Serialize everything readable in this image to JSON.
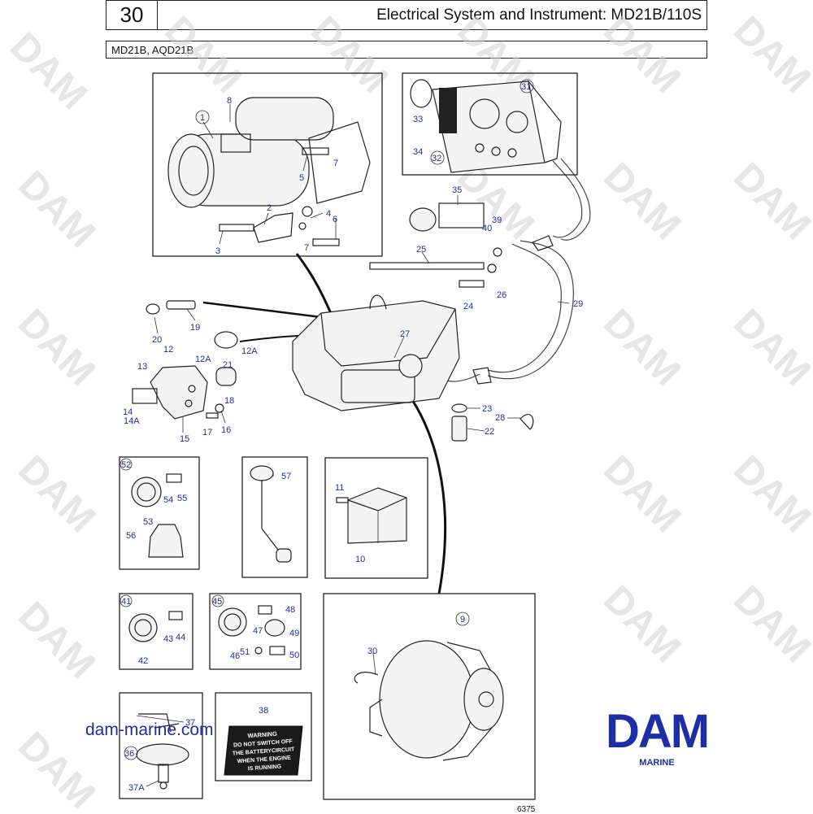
{
  "header": {
    "page_number": "30",
    "title": "Electrical System and Instrument: MD21B/110S",
    "models": "MD21B, AQD21B"
  },
  "warning_plate": {
    "lines": [
      "WARNING",
      "DO NOT SWITCH OFF",
      "THE BATTERYCIRCUIT",
      "WHEN THE ENGINE",
      "IS RUNNING"
    ]
  },
  "watermark": "DAM",
  "footer": {
    "website": "dam-marine.com",
    "logo_text": "DAM",
    "logo_subtitle": "MARINE",
    "drawing_number": "6375"
  },
  "part_labels": {
    "p1": "1",
    "p2": "2",
    "p3": "3",
    "p4": "4",
    "p5": "5",
    "p6": "6",
    "p7a": "7",
    "p7b": "7",
    "p8": "8",
    "p9": "9",
    "p10": "10",
    "p11": "11",
    "p12": "12",
    "p12a1": "12A",
    "p12a2": "12A",
    "p13": "13",
    "p14": "14",
    "p14a": "14A",
    "p15": "15",
    "p16": "16",
    "p17": "17",
    "p18": "18",
    "p19": "19",
    "p20": "20",
    "p21": "21",
    "p22": "22",
    "p23": "23",
    "p24": "24",
    "p25": "25",
    "p26": "26",
    "p27": "27",
    "p28": "28",
    "p29": "29",
    "p30": "30",
    "p31": "31",
    "p32": "32",
    "p33": "33",
    "p34": "34",
    "p35": "35",
    "p36": "36",
    "p37": "37",
    "p37a": "37A",
    "p38": "38",
    "p39": "39",
    "p40": "40",
    "p41": "41",
    "p42": "42",
    "p43": "43",
    "p44": "44",
    "p45": "45",
    "p46": "46",
    "p47": "47",
    "p48": "48",
    "p49": "49",
    "p50": "50",
    "p51": "51",
    "p52": "52",
    "p53": "53",
    "p54": "54",
    "p55": "55",
    "p56": "56",
    "p57": "57"
  },
  "colors": {
    "label_blue": "#1f2f9e",
    "brand_blue": "#1d2fa6",
    "watermark_gray": "#d2d2d2"
  }
}
